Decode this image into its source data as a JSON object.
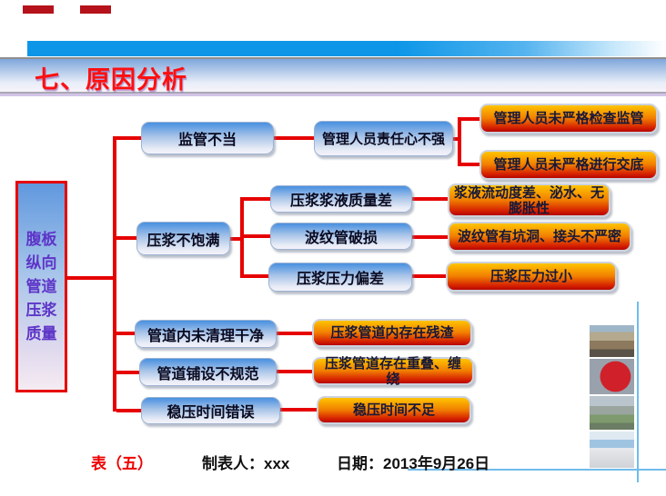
{
  "slide": {
    "header": {
      "title": "七、原因分析"
    },
    "root_cause_box": {
      "label": "腹板纵向管道压浆质量"
    },
    "tree": {
      "causes": [
        {
          "label": "监管不当",
          "children": [
            {
              "label": "管理人员责任心不强",
              "results": [
                "管理人员未严格检查监管",
                "管理人员未严格进行交底"
              ]
            }
          ]
        },
        {
          "label": "压浆不饱满",
          "children": [
            {
              "label": "压浆浆液质量差",
              "results": [
                "浆液流动度差、泌水、无膨胀性"
              ]
            },
            {
              "label": "波纹管破损",
              "results": [
                "波纹管有坑洞、接头不严密"
              ]
            },
            {
              "label": "压浆压力偏差",
              "results": [
                "压浆压力过小"
              ]
            }
          ]
        },
        {
          "label": "管道内未清理干净",
          "results": [
            "压浆管道内存在残渣"
          ]
        },
        {
          "label": "管道铺设不规范",
          "results": [
            "压浆管道存在重叠、缠绕"
          ]
        },
        {
          "label": "稳压时间错误",
          "results": [
            "稳压时间不足"
          ]
        }
      ]
    },
    "photo_strip": {
      "photos": [
        "construction-site-aerial-photo",
        "tunnel-boring-machine-photo",
        "highway-interchange-photo",
        "tunnel-interior-photo"
      ]
    },
    "footer": {
      "table_label": "表（五）",
      "author": "制表人：xxx",
      "date": "日期：2013年9月26日"
    }
  },
  "colors": {
    "connector_red": "#e60000",
    "title_red": "#ff0f0f",
    "top_bar_blue": "#0d96e8",
    "blue_box_top": "#4890e0",
    "red_box_top": "#ffc400",
    "red_box_bottom": "#b50600",
    "root_text_purple": "#5e35c8",
    "deco_line_blue": "#70bcec"
  }
}
